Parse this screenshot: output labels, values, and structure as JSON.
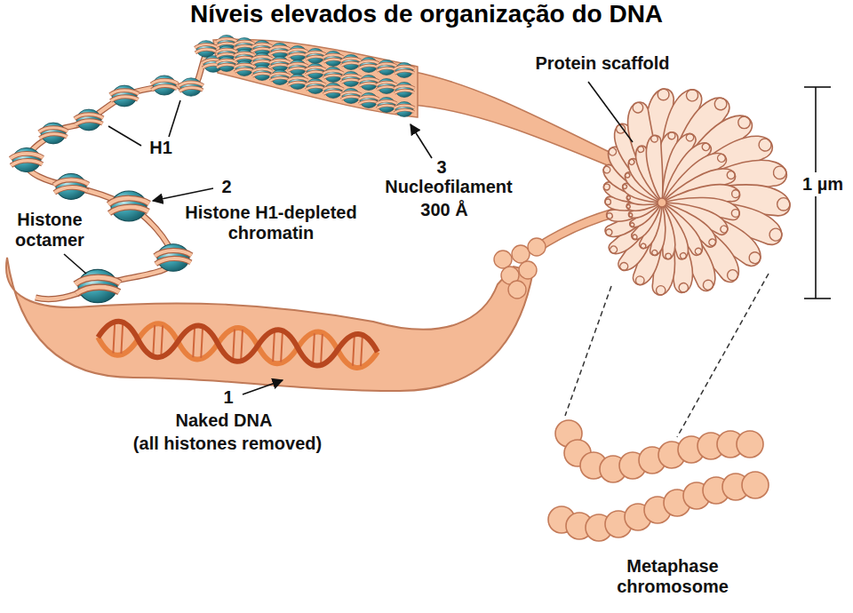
{
  "diagram": {
    "title": "Níveis elevados de organização do DNA",
    "labels": [
      "Protein scaffold",
      "1 µm",
      "H1",
      "3",
      "Nucleofilament",
      "300 Å",
      "2",
      "Histone H1-depleted chromatin",
      "Histone octamer",
      "1",
      "Naked DNA",
      "(all histones removed)",
      "Metaphase chromosome"
    ]
  }
}
